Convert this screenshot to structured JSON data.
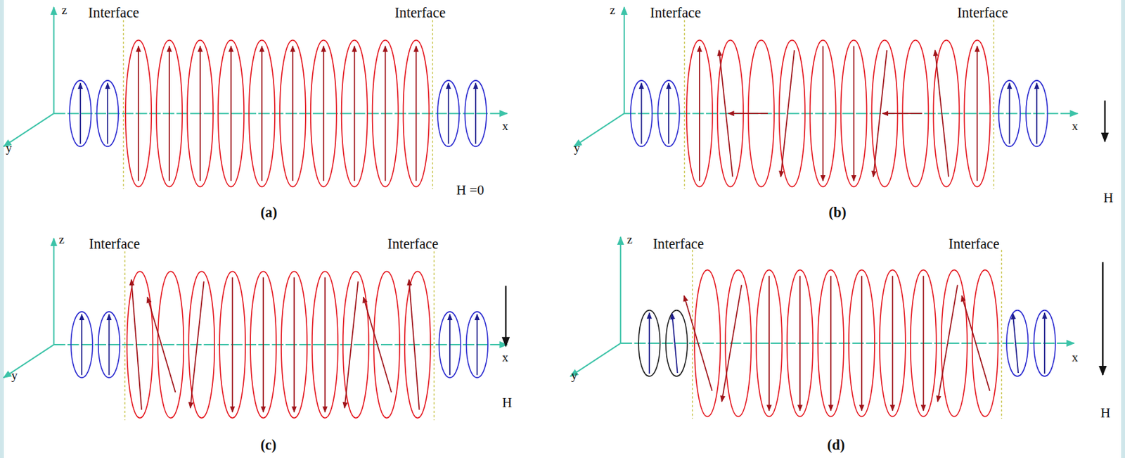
{
  "diagram": {
    "labels": [
      "z",
      "Interface",
      "Interface",
      "y",
      "x",
      "H =0",
      "(a)",
      "z",
      "Interface",
      "Interface",
      "y",
      "x",
      "(b)",
      "H",
      "z",
      "Interface",
      "Interface",
      "x",
      "y",
      "H",
      "(c)",
      "z",
      "Interface",
      "Interface",
      "y",
      "x",
      "H",
      "(d)"
    ]
  }
}
